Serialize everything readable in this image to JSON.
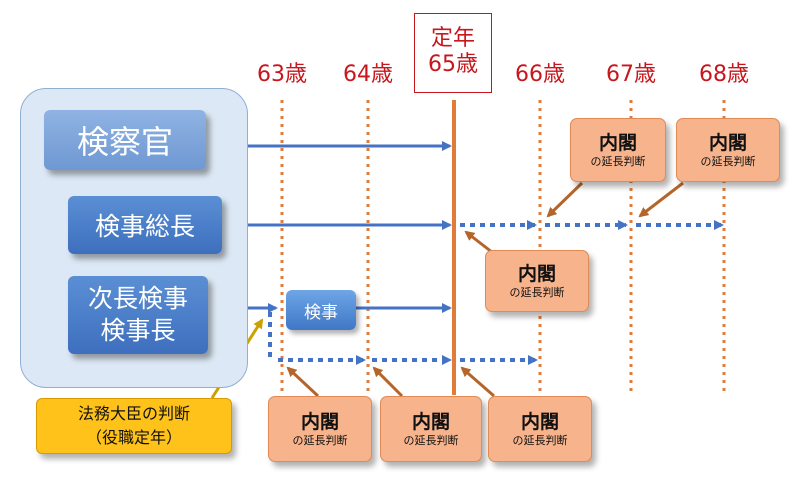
{
  "ages": [
    {
      "key": "63",
      "label": "63歳"
    },
    {
      "key": "64",
      "label": "64歳"
    },
    {
      "key": "65",
      "label": "65歳"
    },
    {
      "key": "66",
      "label": "66歳"
    },
    {
      "key": "67",
      "label": "67歳"
    },
    {
      "key": "68",
      "label": "68歳"
    }
  ],
  "teinen_label": "定年",
  "ranks": {
    "kensatsukan": "検察官",
    "kenji_socho": "検事総長",
    "jicho_line1": "次長検事",
    "jicho_line2": "検事長",
    "kenji": "検事"
  },
  "cabinet": {
    "title": "内閣",
    "subtitle": "の延長判断"
  },
  "minister": {
    "line1": "法務大臣の判断",
    "line2": "（役職定年）"
  },
  "colors": {
    "age_red": "#c8161d",
    "dotted_orange": "#e07b39",
    "blue_arrow": "#4472c4",
    "panel_bg": "#dce8f5",
    "cabinet_fill": "#f6b38c",
    "minister_fill": "#ffc21a",
    "brown_arrow": "#b5652a",
    "gold_arrow": "#c9a200"
  }
}
